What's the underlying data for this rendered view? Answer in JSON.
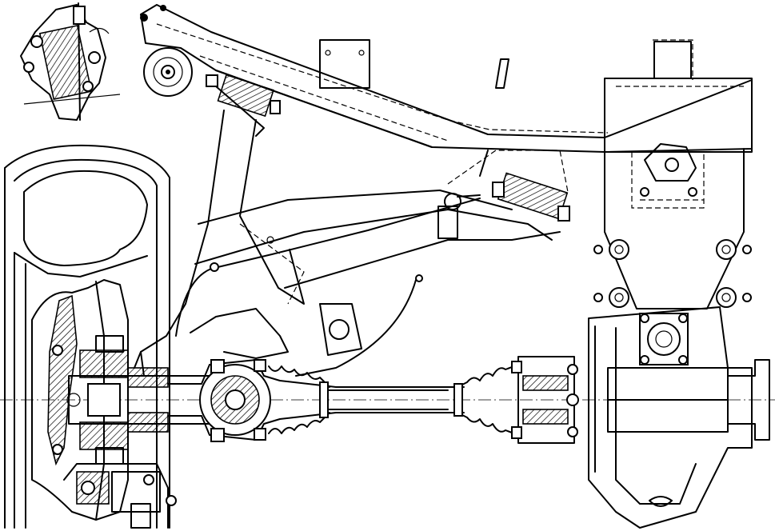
{
  "figure": {
    "kind": "engineering-cross-section",
    "subject_icons": [
      "rear-suspension-subframe",
      "half-shaft-drive",
      "wheel-hub",
      "tyre",
      "differential-housing",
      "bushing-detail"
    ]
  }
}
